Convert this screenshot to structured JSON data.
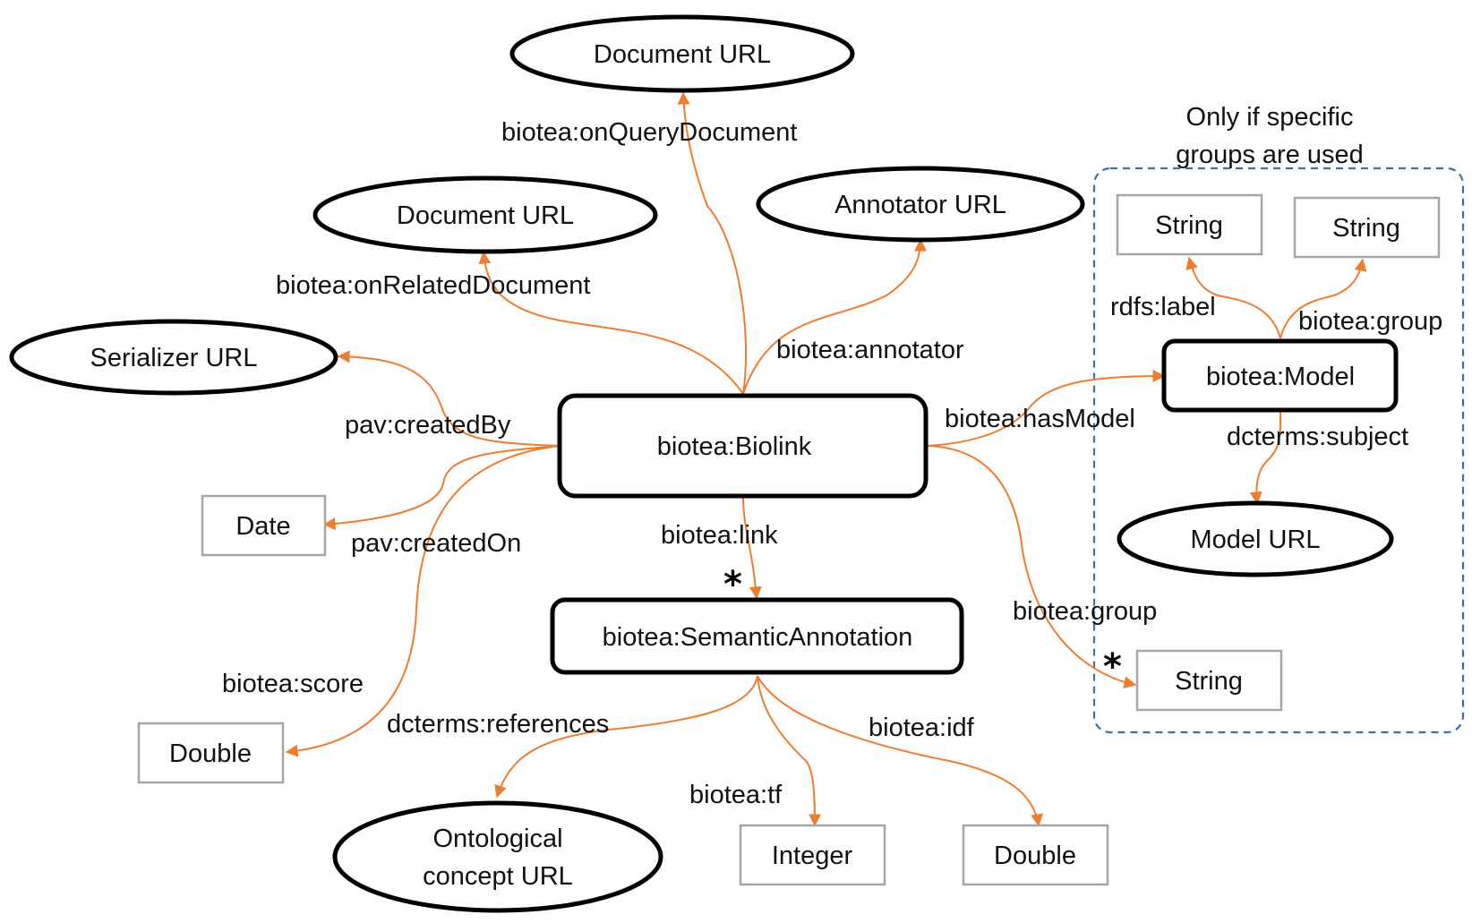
{
  "colors": {
    "edge": "#ed7d31",
    "node_border": "#000000",
    "literal_border": "#a6a6a6",
    "group_border": "#41719c"
  },
  "group": {
    "caption_line1": "Only if specific",
    "caption_line2": "groups are used"
  },
  "nodes": {
    "biolink": "biotea:Biolink",
    "semantic_annotation": "biotea:SemanticAnnotation",
    "model": "biotea:Model",
    "document_url_top": "Document URL",
    "document_url": "Document URL",
    "annotator_url": "Annotator URL",
    "serializer_url": "Serializer URL",
    "model_url": "Model URL",
    "ontological_line1": "Ontological",
    "ontological_line2": "concept URL",
    "date": "Date",
    "double_score": "Double",
    "integer": "Integer",
    "double_idf": "Double",
    "string_label": "String",
    "string_group_top": "String",
    "string_group": "String"
  },
  "edges": {
    "on_query_document": "biotea:onQueryDocument",
    "on_related_document": "biotea:onRelatedDocument",
    "annotator": "biotea:annotator",
    "created_by": "pav:createdBy",
    "created_on": "pav:createdOn",
    "score": "biotea:score",
    "link": "biotea:link",
    "has_model": "biotea:hasModel",
    "group": "biotea:group",
    "rdfs_label": "rdfs:label",
    "model_group": "biotea:group",
    "subject": "dcterms:subject",
    "references": "dcterms:references",
    "tf": "biotea:tf",
    "idf": "biotea:idf"
  },
  "markers": {
    "cardinality_star": "*"
  }
}
